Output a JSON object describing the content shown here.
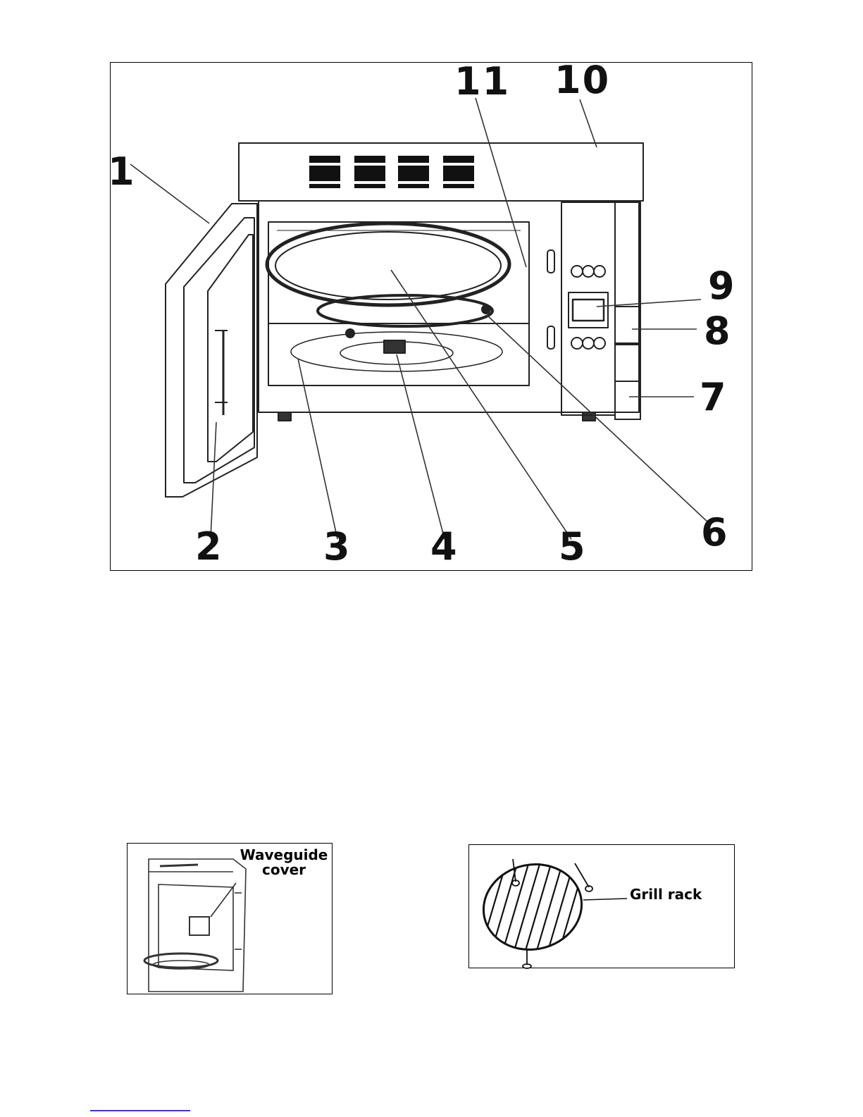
{
  "main_diagram": {
    "labels": [
      "1",
      "2",
      "3",
      "4",
      "5",
      "6",
      "7",
      "8",
      "9",
      "10",
      "11"
    ]
  },
  "waveguide_inset": {
    "label": "Waveguide cover"
  },
  "grill_inset": {
    "label": "Grill rack"
  }
}
